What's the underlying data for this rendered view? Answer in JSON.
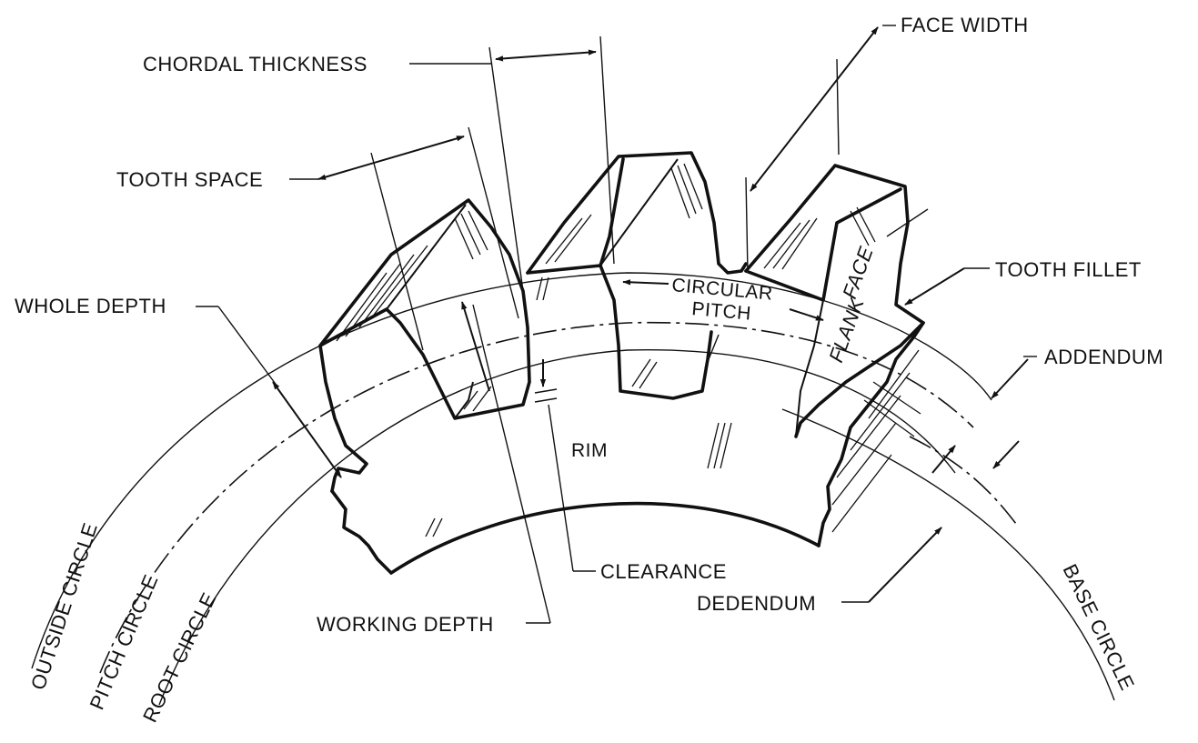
{
  "labels": {
    "chordal_thickness": "CHORDAL THICKNESS",
    "face_width": "FACE WIDTH",
    "tooth_space": "TOOTH SPACE",
    "tooth_fillet": "TOOTH FILLET",
    "whole_depth": "WHOLE DEPTH",
    "circular": "CIRCULAR",
    "pitch": "PITCH",
    "face": "FACE",
    "flank": "FLANK",
    "addendum": "ADDENDUM",
    "rim": "RIM",
    "clearance": "CLEARANCE",
    "dedendum": "DEDENDUM",
    "working_depth": "WORKING DEPTH",
    "outside_circle": "OUTSIDE CIRCLE",
    "pitch_circle": "PITCH CIRCLE",
    "root_circle": "ROOT CIRCLE",
    "base_circle": "BASE CIRCLE"
  },
  "colors": {
    "ink": "#111111",
    "background": "#ffffff"
  }
}
